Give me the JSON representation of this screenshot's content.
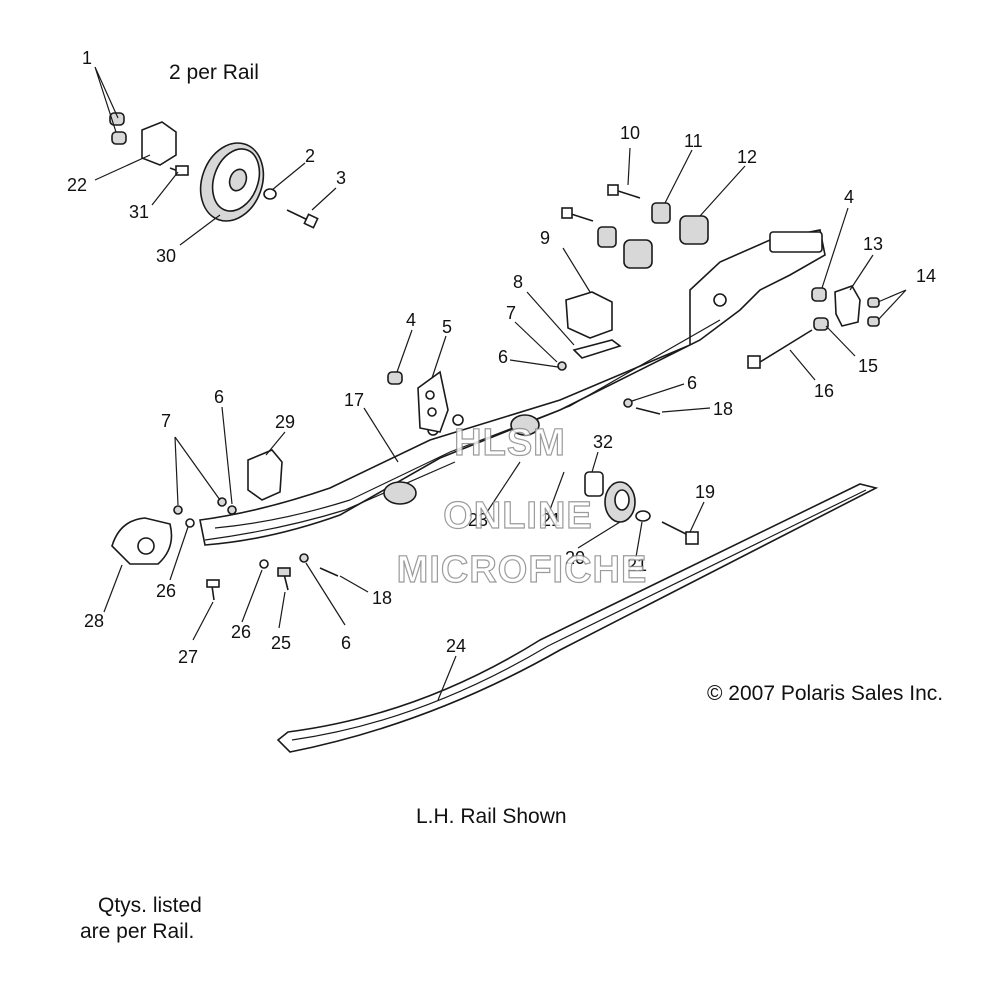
{
  "notes": {
    "per_rail": "2 per Rail",
    "copyright": "© 2007 Polaris Sales Inc.",
    "shown": "L.H. Rail Shown",
    "qty_line1": "Qtys. listed",
    "qty_line2": "are per Rail."
  },
  "watermark": {
    "line1": "HLSM",
    "line2": "ONLINE",
    "line3": "MICROFICHE"
  },
  "callouts": [
    {
      "id": "c1",
      "text": "1"
    },
    {
      "id": "c2",
      "text": "2"
    },
    {
      "id": "c3",
      "text": "3"
    },
    {
      "id": "c22",
      "text": "22"
    },
    {
      "id": "c31",
      "text": "31"
    },
    {
      "id": "c30",
      "text": "30"
    },
    {
      "id": "c10",
      "text": "10"
    },
    {
      "id": "c11",
      "text": "11"
    },
    {
      "id": "c12",
      "text": "12"
    },
    {
      "id": "c4a",
      "text": "4"
    },
    {
      "id": "c9",
      "text": "9"
    },
    {
      "id": "c13",
      "text": "13"
    },
    {
      "id": "c14",
      "text": "14"
    },
    {
      "id": "c8",
      "text": "8"
    },
    {
      "id": "c7a",
      "text": "7"
    },
    {
      "id": "c4b",
      "text": "4"
    },
    {
      "id": "c5",
      "text": "5"
    },
    {
      "id": "c6a",
      "text": "6"
    },
    {
      "id": "c15",
      "text": "15"
    },
    {
      "id": "c16",
      "text": "16"
    },
    {
      "id": "c6b",
      "text": "6"
    },
    {
      "id": "c18a",
      "text": "18"
    },
    {
      "id": "c6c",
      "text": "6"
    },
    {
      "id": "c29",
      "text": "29"
    },
    {
      "id": "c17",
      "text": "17"
    },
    {
      "id": "c32",
      "text": "32"
    },
    {
      "id": "c7b",
      "text": "7"
    },
    {
      "id": "c19",
      "text": "19"
    },
    {
      "id": "c23",
      "text": "23"
    },
    {
      "id": "c21a",
      "text": "21"
    },
    {
      "id": "c20",
      "text": "20"
    },
    {
      "id": "c21b",
      "text": "21"
    },
    {
      "id": "c26a",
      "text": "26"
    },
    {
      "id": "c28",
      "text": "28"
    },
    {
      "id": "c18b",
      "text": "18"
    },
    {
      "id": "c26b",
      "text": "26"
    },
    {
      "id": "c25",
      "text": "25"
    },
    {
      "id": "c6d",
      "text": "6"
    },
    {
      "id": "c27",
      "text": "27"
    },
    {
      "id": "c24",
      "text": "24"
    }
  ]
}
